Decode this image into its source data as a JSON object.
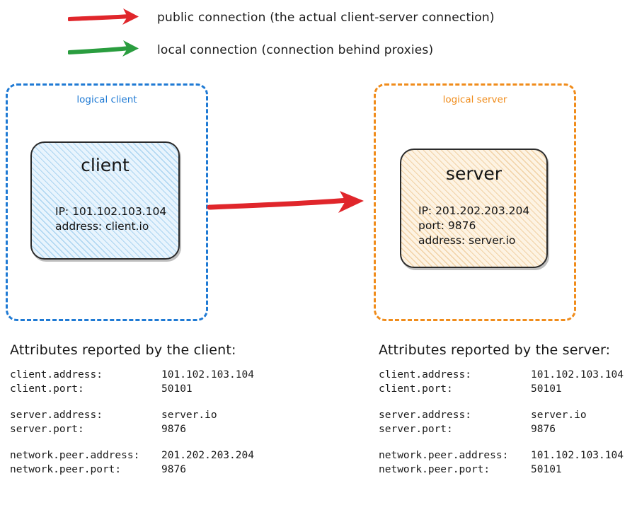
{
  "legend": [
    {
      "arrow_icon": "red-arrow-icon",
      "color": "#e0262b",
      "label": "public connection (the actual client-server connection)"
    },
    {
      "arrow_icon": "green-arrow-icon",
      "color": "#2a9d3f",
      "label": "local connection (connection behind proxies)"
    }
  ],
  "diagram": {
    "client_container": {
      "title": "logical client",
      "color": "#1f7ad4"
    },
    "server_container": {
      "title": "logical server",
      "color": "#f08c1b"
    },
    "client_node": {
      "title": "client",
      "lines": [
        "IP: 101.102.103.104",
        "address: client.io"
      ],
      "fill": "#e8f4fd"
    },
    "server_node": {
      "title": "server",
      "lines": [
        "IP: 201.202.203.204",
        "port: 9876",
        "address: server.io"
      ],
      "fill": "#fdf3e3"
    },
    "connection_arrow": {
      "icon": "red-arrow-icon",
      "color": "#e0262b",
      "from": "client",
      "to": "server",
      "kind": "public connection"
    }
  },
  "attributes_client": {
    "heading": "Attributes reported by the client:",
    "groups": [
      [
        {
          "key": "client.address:",
          "value": "101.102.103.104"
        },
        {
          "key": "client.port:",
          "value": "50101"
        }
      ],
      [
        {
          "key": "server.address:",
          "value": "server.io"
        },
        {
          "key": "server.port:",
          "value": "9876"
        }
      ],
      [
        {
          "key": "network.peer.address:",
          "value": "201.202.203.204"
        },
        {
          "key": "network.peer.port:",
          "value": "9876"
        }
      ]
    ]
  },
  "attributes_server": {
    "heading": "Attributes reported by the server:",
    "groups": [
      [
        {
          "key": "client.address:",
          "value": "101.102.103.104"
        },
        {
          "key": "client.port:",
          "value": "50101"
        }
      ],
      [
        {
          "key": "server.address:",
          "value": "server.io"
        },
        {
          "key": "server.port:",
          "value": "9876"
        }
      ],
      [
        {
          "key": "network.peer.address:",
          "value": "101.102.103.104"
        },
        {
          "key": "network.peer.port:",
          "value": "50101"
        }
      ]
    ]
  }
}
